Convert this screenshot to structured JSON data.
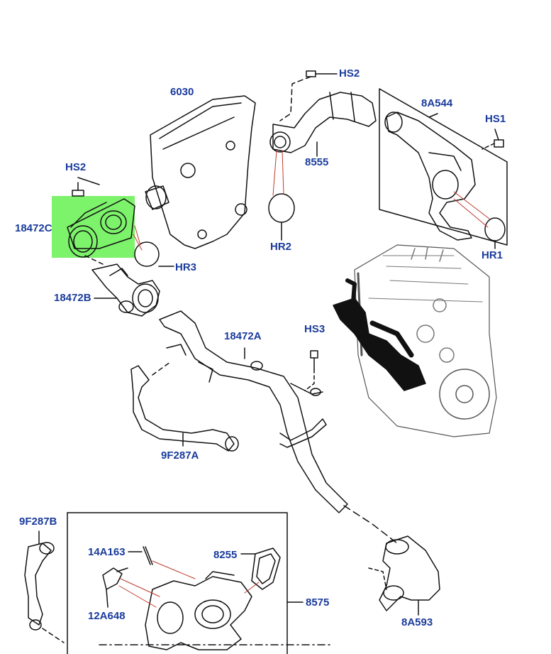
{
  "diagram": {
    "label_color": "#1a3b9c",
    "highlight_color": "#7df26b",
    "labels": {
      "p6030": "6030",
      "hs2_top": "HS2",
      "p8a544": "8A544",
      "hs1": "HS1",
      "hs2_left": "HS2",
      "p8555": "8555",
      "p18472c": "18472C",
      "hr2": "HR2",
      "hr1": "HR1",
      "hr3": "HR3",
      "p18472b": "18472B",
      "hs3": "HS3",
      "p18472a": "18472A",
      "p9f287a": "9F287A",
      "p9f287b": "9F287B",
      "p14a163": "14A163",
      "p8255": "8255",
      "p8575": "8575",
      "p12a648": "12A648",
      "p8a593": "8A593"
    }
  }
}
